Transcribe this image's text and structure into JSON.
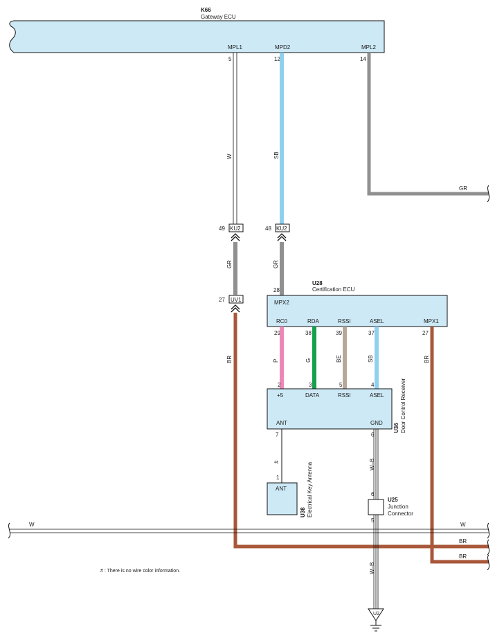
{
  "gateway": {
    "code": "K66",
    "name": "Gateway ECU",
    "pins": [
      {
        "label": "MPL1",
        "num": "5"
      },
      {
        "label": "MPD2",
        "num": "12"
      },
      {
        "label": "MPL2",
        "num": "14"
      }
    ]
  },
  "wires_top": {
    "w1": "W",
    "w2": "SB",
    "w3": "GR",
    "w4": "GR",
    "w5": "GR",
    "w6": "BR"
  },
  "connectors": {
    "ku2_left": {
      "name": "KU2",
      "pin": "49"
    },
    "ku2_right": {
      "name": "KU2",
      "pin": "48"
    },
    "uv1": {
      "name": "UV1",
      "pin": "27"
    }
  },
  "cert": {
    "code": "U28",
    "name": "Certification ECU",
    "top_pin": "MPX2",
    "top_num": "28",
    "pins": [
      {
        "label": "RC0",
        "num": "29",
        "wire": "P"
      },
      {
        "label": "RDA",
        "num": "38",
        "wire": "G"
      },
      {
        "label": "RSSI",
        "num": "39",
        "wire": "BE"
      },
      {
        "label": "ASEL",
        "num": "37",
        "wire": "SB"
      },
      {
        "label": "MPX1",
        "num": "27",
        "wire": "BR"
      }
    ]
  },
  "receiver": {
    "code": "U36",
    "name": "Door Control Receiver",
    "pins": [
      {
        "label": "+5",
        "num": "2"
      },
      {
        "label": "DATA",
        "num": "3"
      },
      {
        "label": "RSSI",
        "num": "5"
      },
      {
        "label": "ASEL",
        "num": "4"
      }
    ],
    "ant_label": "ANT",
    "ant_num": "7",
    "gnd_label": "GND",
    "gnd_num": "6"
  },
  "antenna": {
    "code": "U38",
    "name": "Electrical Key Antenna",
    "label": "ANT",
    "num": "1",
    "wire": "#"
  },
  "junction": {
    "code": "U25",
    "name1": "Junction",
    "name2": "Connector",
    "pin_top": "6",
    "pin_bottom": "5"
  },
  "ground": {
    "label": "U2",
    "wire1": "W–B",
    "wire2": "W–B"
  },
  "bus": {
    "w_left": "W",
    "w_right": "W",
    "br1": "BR",
    "br2": "BR"
  },
  "note": "# : There is no wire color information.",
  "colors": {
    "ecu_fill": "#cde9f5",
    "sb": "#8fd0ef",
    "gr": "#909090",
    "br": "#a9573a",
    "p": "#ee86b9",
    "g": "#14a04c",
    "be": "#b8a898"
  }
}
